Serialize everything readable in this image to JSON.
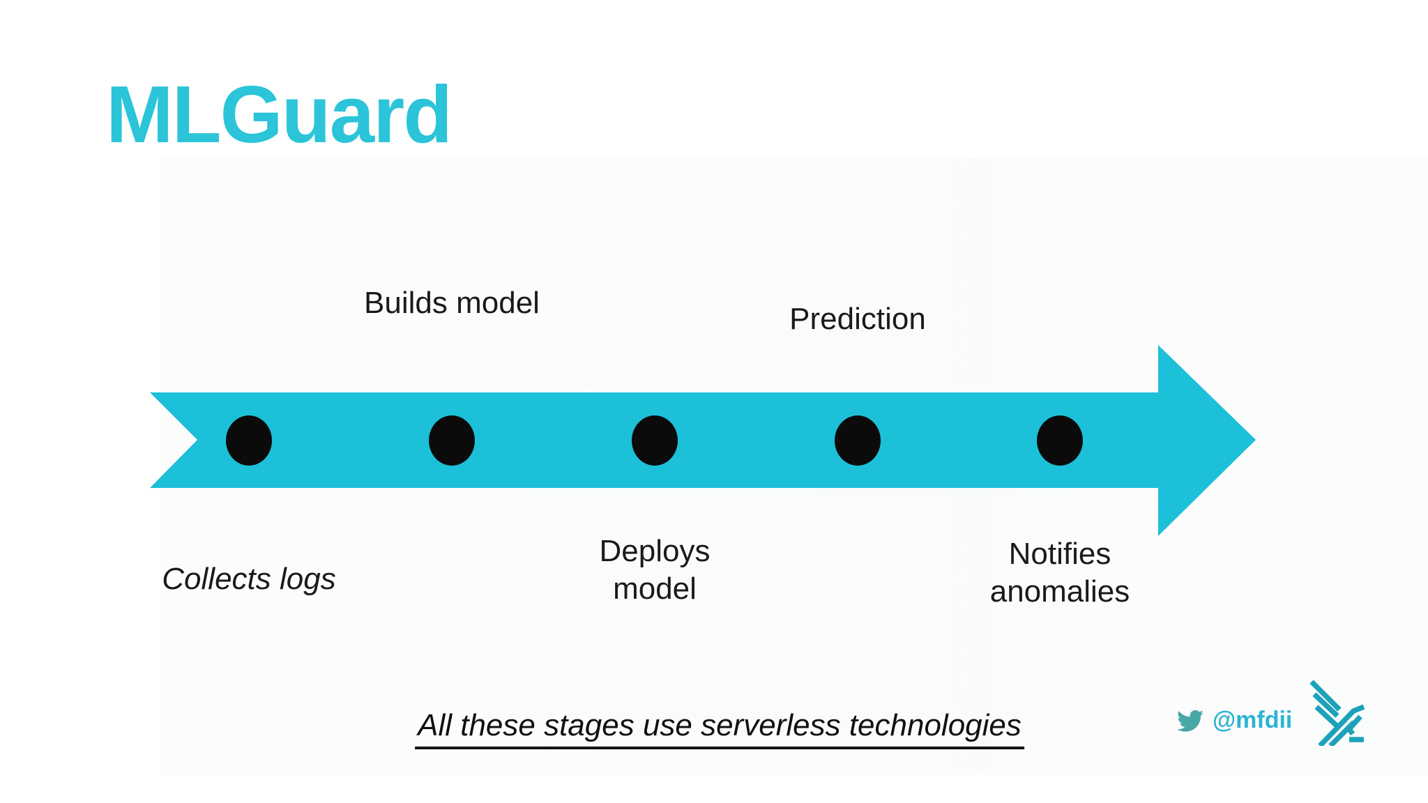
{
  "slide": {
    "title": "MLGuard",
    "footer_note": "All these stages use serverless technologies",
    "twitter_handle": "@mfdii"
  },
  "timeline": {
    "type": "process-arrow",
    "direction": "left-to-right",
    "stages": [
      {
        "label": "Collects logs",
        "placement": "below",
        "emphasis": "italic"
      },
      {
        "label": "Builds model",
        "placement": "above",
        "emphasis": "normal"
      },
      {
        "label": "Deploys\nmodel",
        "placement": "below",
        "emphasis": "normal"
      },
      {
        "label": "Prediction",
        "placement": "above",
        "emphasis": "normal"
      },
      {
        "label": "Notifies\nanomalies",
        "placement": "below",
        "emphasis": "normal"
      }
    ]
  },
  "icons": {
    "twitter": "twitter-bird-icon",
    "brand": "hummingbird-logo-icon"
  },
  "colors": {
    "title": "#2BC4D9",
    "arrow": "#1CC0D8",
    "dot": "#0B0B0B",
    "text": "#1A1A1A",
    "handle": "#2CB4D4",
    "bird": "#47A8A5",
    "logo": "#1CA2BA",
    "background": "#FFFFFF"
  }
}
